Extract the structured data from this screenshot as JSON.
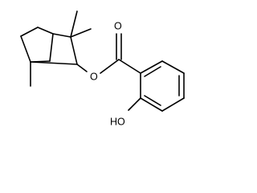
{
  "molecule": {
    "atoms": {
      "ester_oxygen": "O",
      "carbonyl_oxygen": "O",
      "hydroxyl": "HO"
    },
    "line_color": "#000000",
    "background_color": "#ffffff"
  }
}
